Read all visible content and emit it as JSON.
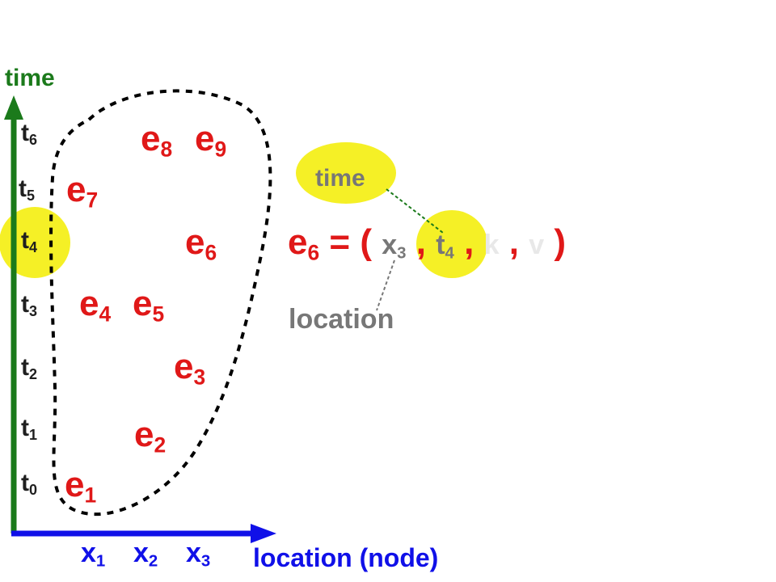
{
  "axes": {
    "y_label": "time",
    "x_label": "location (node)",
    "y_ticks": [
      {
        "base": "t",
        "sub": "0"
      },
      {
        "base": "t",
        "sub": "1"
      },
      {
        "base": "t",
        "sub": "2"
      },
      {
        "base": "t",
        "sub": "3"
      },
      {
        "base": "t",
        "sub": "4"
      },
      {
        "base": "t",
        "sub": "5"
      },
      {
        "base": "t",
        "sub": "6"
      }
    ],
    "x_ticks": [
      {
        "base": "x",
        "sub": "1"
      },
      {
        "base": "x",
        "sub": "2"
      },
      {
        "base": "x",
        "sub": "3"
      }
    ]
  },
  "events": [
    {
      "base": "e",
      "sub": "1"
    },
    {
      "base": "e",
      "sub": "2"
    },
    {
      "base": "e",
      "sub": "3"
    },
    {
      "base": "e",
      "sub": "4"
    },
    {
      "base": "e",
      "sub": "5"
    },
    {
      "base": "e",
      "sub": "6"
    },
    {
      "base": "e",
      "sub": "7"
    },
    {
      "base": "e",
      "sub": "8"
    },
    {
      "base": "e",
      "sub": "9"
    }
  ],
  "tuple": {
    "name_base": "e",
    "name_sub": "6",
    "equals_open": "= (",
    "loc_base": "x",
    "loc_sub": "3",
    "comma1": ",",
    "time_base": "t",
    "time_sub": "4",
    "comma2": ",",
    "key": "k",
    "comma3": ",",
    "value": "v",
    "close": ")"
  },
  "callouts": {
    "time_label": "time",
    "location_label": "location"
  },
  "colors": {
    "axis_time": "#1b7a1b",
    "axis_location": "#1010e8",
    "event": "#e01818",
    "highlight": "#f5f026",
    "annotation_gray": "#777777"
  }
}
